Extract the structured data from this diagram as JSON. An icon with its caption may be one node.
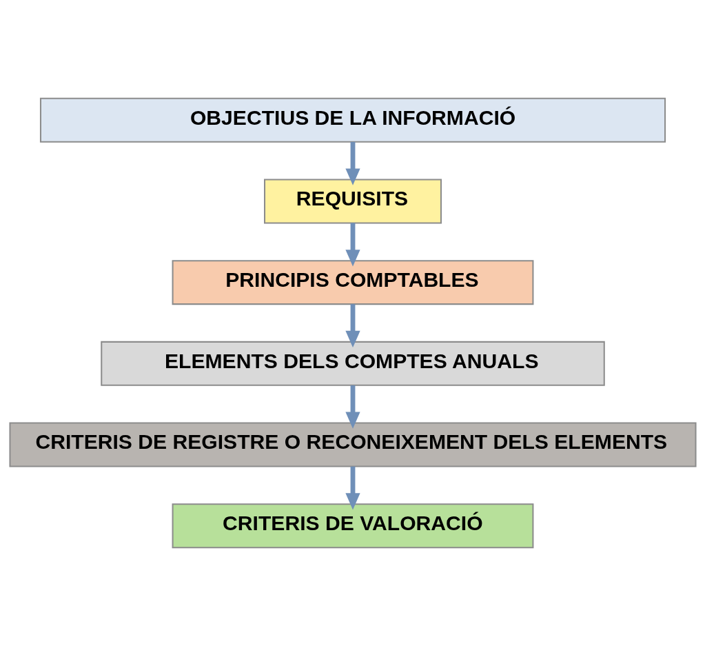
{
  "diagram": {
    "nodes": [
      {
        "text": [
          "OBJECTIUS DE LA INFORMACIÓ"
        ]
      },
      {
        "text": [
          "REQUISITS"
        ]
      },
      {
        "text": [
          "PRINCIPIS COMPTABLES"
        ]
      },
      {
        "text": [
          "ELEMENTS DELS COMPTES ANUALS"
        ]
      },
      {
        "text": [
          "CRITERIS DE REGISTRE O RECONEIXEMENT DELS ELEMENTS"
        ]
      },
      {
        "text": [
          "CRITERIS DE VALORACIÓ"
        ]
      }
    ],
    "edges": [
      {
        "from": 0,
        "to": 1,
        "arrow": "to"
      },
      {
        "from": 1,
        "to": 2,
        "arrow": "to"
      },
      {
        "from": 2,
        "to": 3,
        "arrow": "to"
      },
      {
        "from": 3,
        "to": 4,
        "arrow": "to"
      },
      {
        "from": 4,
        "to": 5,
        "arrow": "to"
      }
    ]
  }
}
